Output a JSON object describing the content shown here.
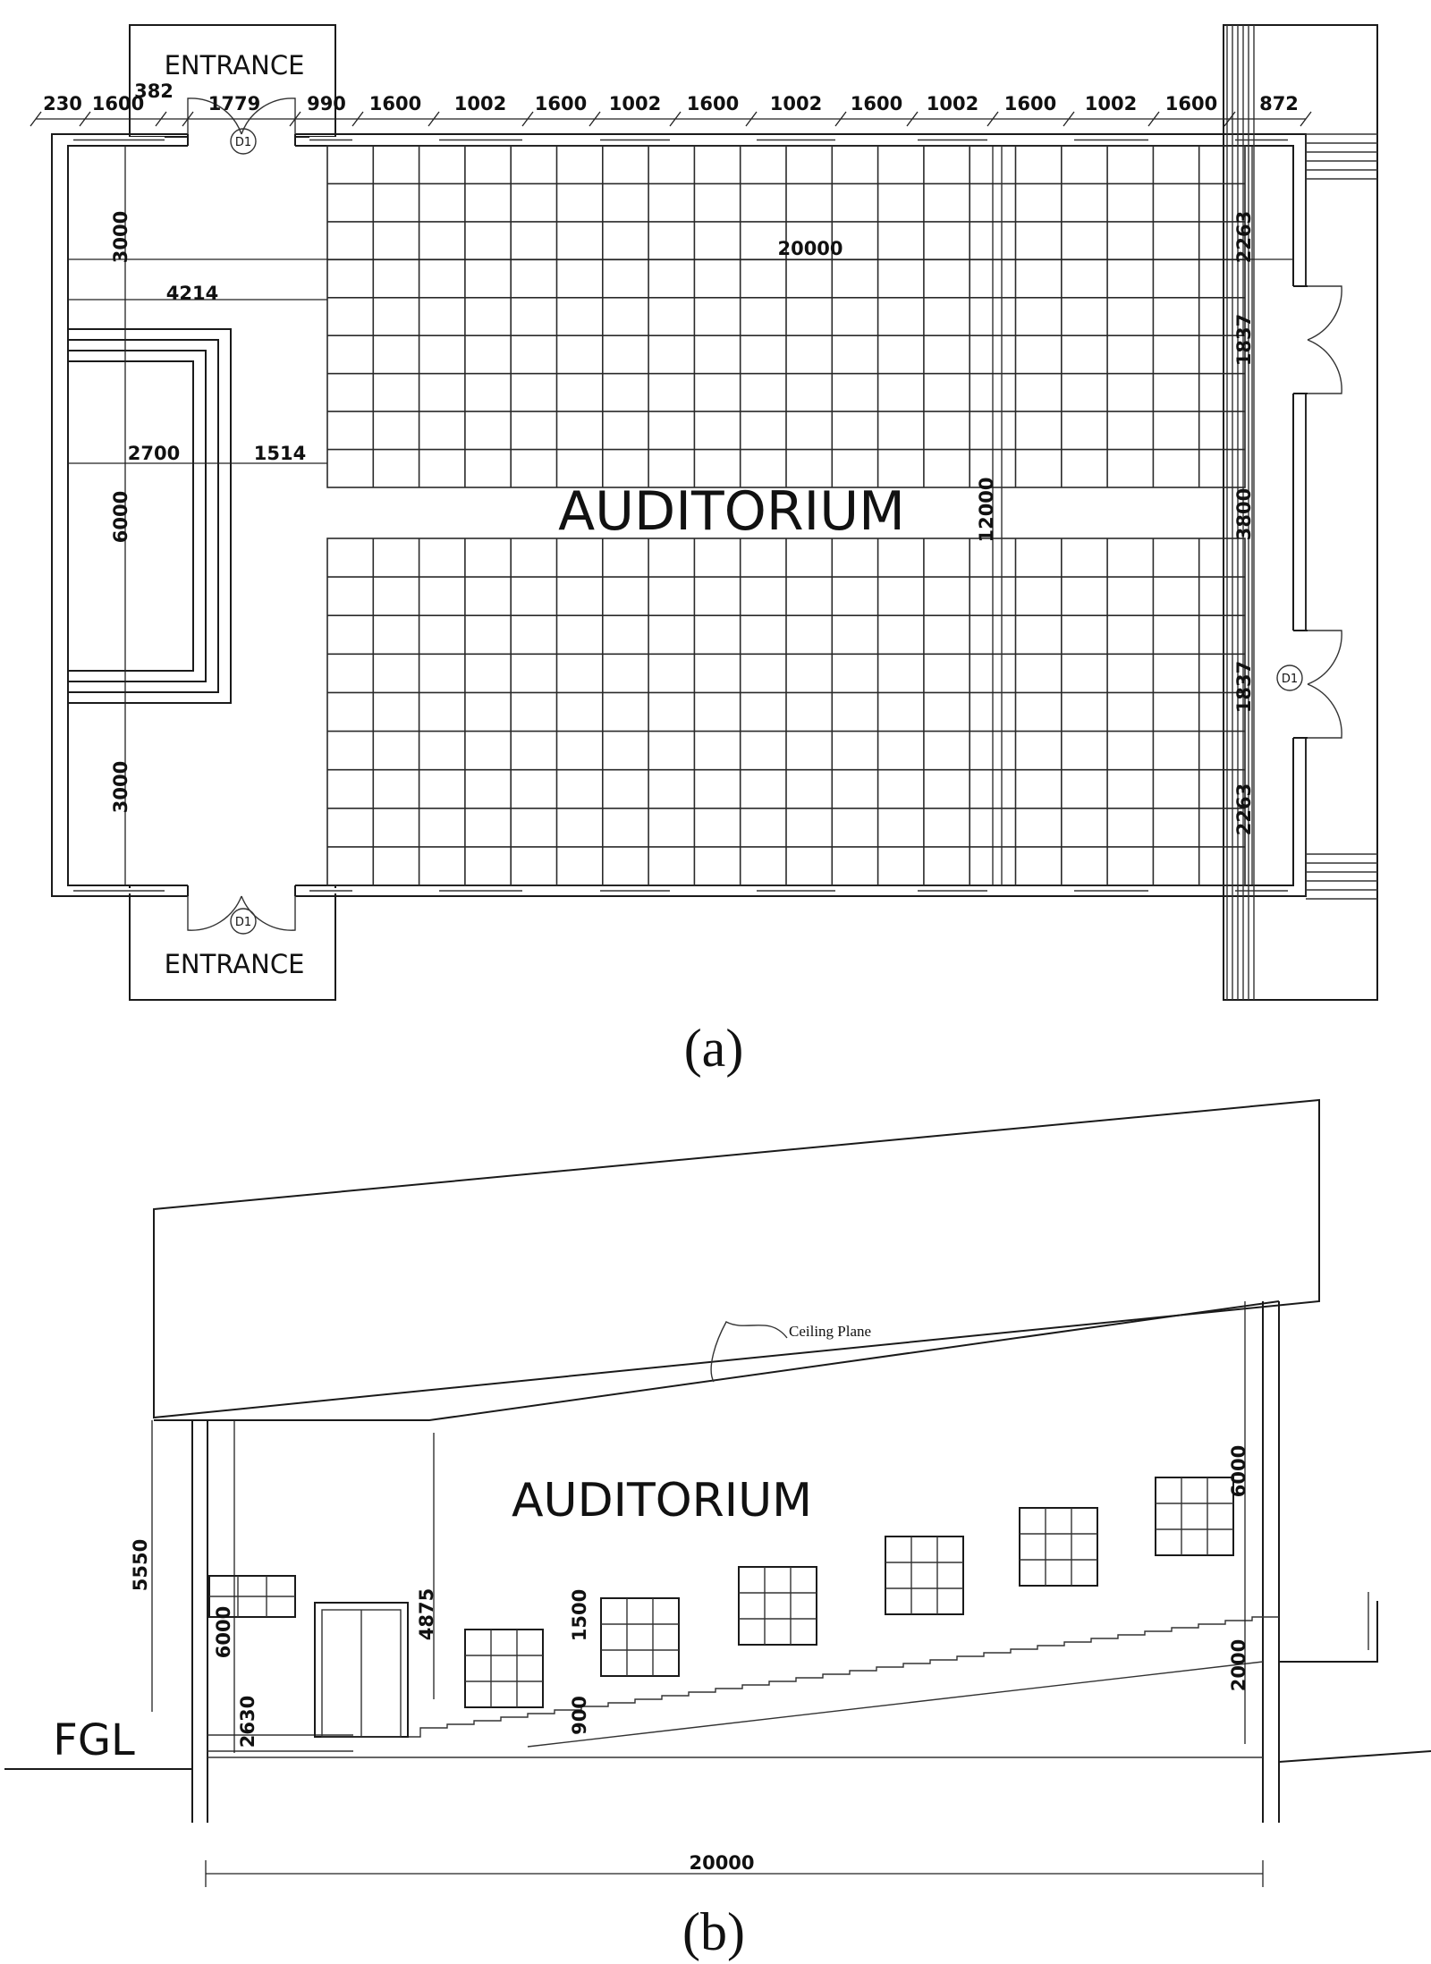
{
  "plan": {
    "title": "AUDITORIUM",
    "entrance_top": "ENTRANCE",
    "entrance_bottom": "ENTRANCE",
    "door_tag": "D1",
    "top_dims": [
      "230",
      "1600",
      "382",
      "1779",
      "990",
      "1600",
      "1002",
      "1600",
      "1002",
      "1600",
      "1002",
      "1600",
      "1002",
      "1600",
      "1002",
      "1600",
      "872"
    ],
    "overall_length": "20000",
    "overall_width": "12000",
    "stage_offset": "4214",
    "stage_depth": "2700",
    "stage_gap": "1514",
    "left_dims": [
      "3000",
      "6000",
      "3000"
    ],
    "right_dims": [
      "2263",
      "1837",
      "3800",
      "1837",
      "2263"
    ],
    "caption": "(a)"
  },
  "section": {
    "title": "AUDITORIUM",
    "ceiling_label": "Ceiling Plane",
    "ground_label": "FGL",
    "overall_length": "20000",
    "dims": {
      "left_height": "5550",
      "left_window_height": "6000",
      "left_sill": "2630",
      "stage_height": "4875",
      "window_height": "1500",
      "step_height": "900",
      "right_height": "6000",
      "right_raise": "2000"
    },
    "caption": "(b)"
  }
}
